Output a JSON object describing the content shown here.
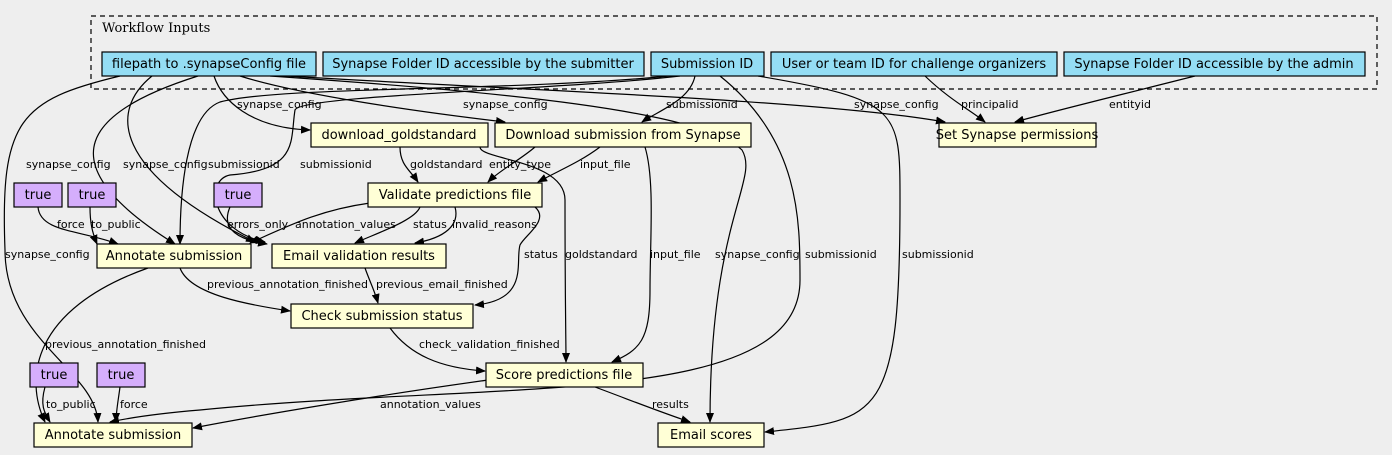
{
  "cluster": {
    "label": "Workflow Inputs"
  },
  "colors": {
    "input": "#94ddf4",
    "step": "#ffffd6",
    "default": "#d5aefc",
    "background": "#eeeeee"
  },
  "nodes": {
    "in_config": "filepath to .synapseConfig file",
    "in_submitter_folder": "Synapse Folder ID accessible by the submitter",
    "in_submission_id": "Submission ID",
    "in_organizers": "User or team ID for challenge organizers",
    "in_admin_folder": "Synapse Folder ID accessible by the admin",
    "download_goldstandard": "download_goldstandard",
    "download_submission": "Download submission from Synapse",
    "set_permissions": "Set Synapse permissions",
    "validate": "Validate predictions file",
    "annotate_validation": "Annotate submission",
    "email_validation": "Email validation results",
    "check_status": "Check submission status",
    "score": "Score predictions file",
    "annotate_main": "Annotate submission",
    "email_scores": "Email scores",
    "true_force_1": "true",
    "true_to_public_1": "true",
    "true_errors_only": "true",
    "true_to_public_2": "true",
    "true_force_2": "true"
  },
  "edge_labels": {
    "e1": "synapse_config",
    "e2": "synapse_config",
    "e3": "submissionid",
    "e4": "synapse_config",
    "e5": "principalid",
    "e6": "entityid",
    "e7": "synapse_config",
    "e8": "synapse_config",
    "e9": "submissionid",
    "e10": "submissionid",
    "e11": "goldstandard",
    "e12": "entity_type",
    "e13": "input_file",
    "e14": "force",
    "e15": "to_public",
    "e16": "errors_only",
    "e17": "annotation_values",
    "e18": "status",
    "e19": "invalid_reasons",
    "e20": "status",
    "e21": "goldstandard",
    "e22": "input_file",
    "e23": "synapse_config",
    "e24": "submissionid",
    "e25": "submissionid",
    "e26": "synapse_config",
    "e27": "previous_annotation_finished",
    "e28": "previous_email_finished",
    "e29": "previous_annotation_finished",
    "e30": "check_validation_finished",
    "e31": "to_public",
    "e32": "force",
    "e33": "annotation_values",
    "e34": "results"
  }
}
